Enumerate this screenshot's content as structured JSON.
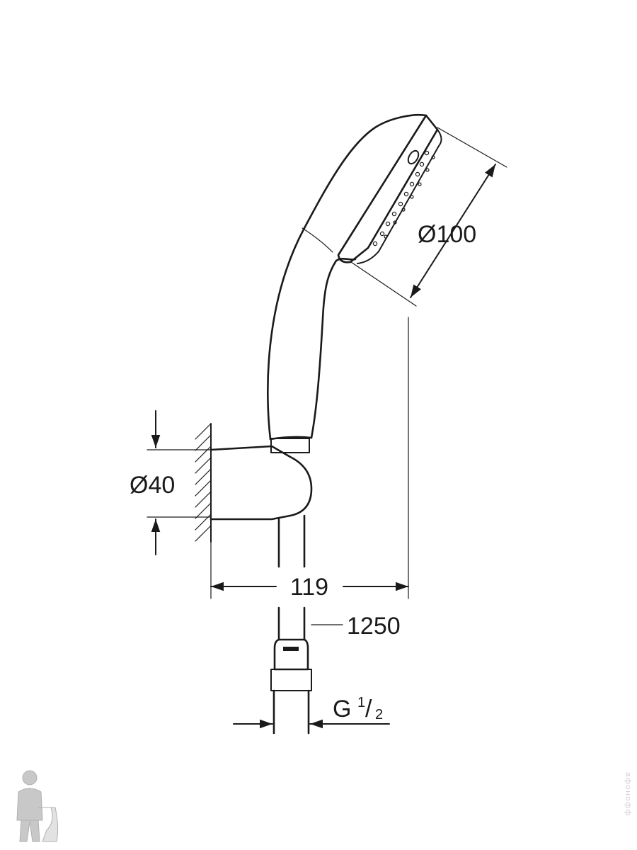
{
  "diagram": {
    "dimensions": {
      "head_diameter": "Ø100",
      "holder_diameter": "Ø40",
      "projection": "119",
      "hose_length": "1250",
      "thread_main": "G",
      "thread_num": "1",
      "thread_den": "2"
    },
    "watermark": "афонофф"
  },
  "colors": {
    "line": "#1a1a1a",
    "background": "#ffffff",
    "mascot": "#c8c8c8"
  }
}
